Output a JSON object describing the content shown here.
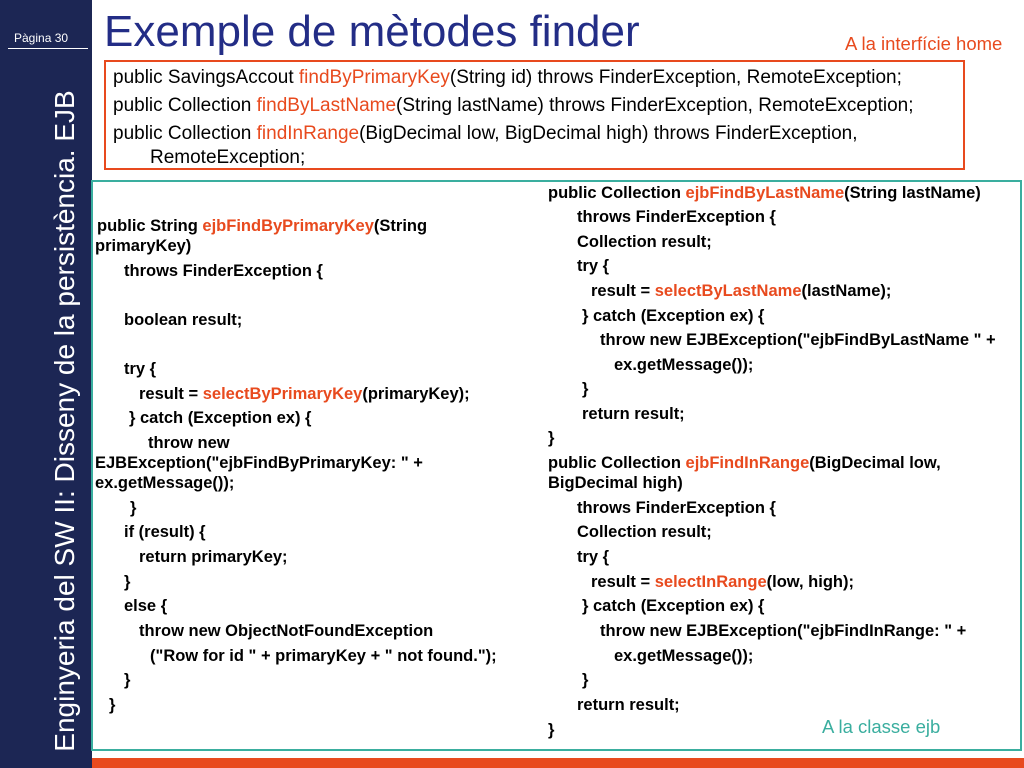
{
  "slide": {
    "page_label": "Pàgina 30",
    "sidebar_title": "Enginyeria del SW II: Disseny de la persistència. EJB",
    "title": "Exemple de mètodes finder"
  },
  "colors": {
    "sidebar": "#1c2654",
    "title": "#232d86",
    "accent": "#e84a1e",
    "teal": "#3aae9f"
  },
  "home_interface": {
    "caption": "A la interfície home",
    "lines": [
      [
        "public SavingsAccout ",
        "findByPrimaryKey",
        "(String id) throws FinderException, RemoteException;"
      ],
      [
        "public Collection ",
        "findByLastName",
        "(String lastName) throws FinderException, RemoteException;"
      ],
      [
        "public Collection ",
        "findInRange",
        "(BigDecimal low, BigDecimal high) throws FinderException,"
      ],
      [
        "RemoteException;"
      ]
    ]
  },
  "ejb_class": {
    "caption": "A la classe ejb",
    "left_column": [
      [
        "public String ",
        "ejbFindByPrimaryKey",
        "(String"
      ],
      [
        "primaryKey)"
      ],
      [
        "throws FinderException {"
      ],
      [
        "boolean result;"
      ],
      [
        "try {"
      ],
      [
        "result = ",
        "selectByPrimaryKey",
        "(primaryKey);"
      ],
      [
        "} catch (Exception ex) {"
      ],
      [
        "throw new"
      ],
      [
        "EJBException(\"ejbFindByPrimaryKey: \" +"
      ],
      [
        "ex.getMessage());"
      ],
      [
        "}"
      ],
      [
        "if (result) {"
      ],
      [
        "return primaryKey;"
      ],
      [
        "}"
      ],
      [
        "else {"
      ],
      [
        "throw new ObjectNotFoundException"
      ],
      [
        "(\"Row for id \" + primaryKey + \" not found.\");"
      ],
      [
        "}"
      ],
      [
        "}"
      ]
    ],
    "right_column": [
      [
        "public Collection ",
        "ejbFindByLastName",
        "(String lastName)"
      ],
      [
        "throws FinderException {"
      ],
      [
        "Collection result;"
      ],
      [
        "try {"
      ],
      [
        "result = ",
        "selectByLastName",
        "(lastName);"
      ],
      [
        "} catch (Exception ex) {"
      ],
      [
        "throw new EJBException(\"ejbFindByLastName \" +"
      ],
      [
        "ex.getMessage());"
      ],
      [
        "}"
      ],
      [
        "return result;"
      ],
      [
        "}"
      ],
      [
        "public Collection ",
        "ejbFindInRange",
        "(BigDecimal low,"
      ],
      [
        "BigDecimal high)"
      ],
      [
        "throws FinderException {"
      ],
      [
        "Collection result;"
      ],
      [
        "try {"
      ],
      [
        "result = ",
        "selectInRange",
        "(low, high);"
      ],
      [
        "} catch (Exception ex) {"
      ],
      [
        "throw new EJBException(\"ejbFindInRange: \" +"
      ],
      [
        "ex.getMessage());"
      ],
      [
        "}"
      ],
      [
        "return result;"
      ],
      [
        "}"
      ]
    ]
  }
}
